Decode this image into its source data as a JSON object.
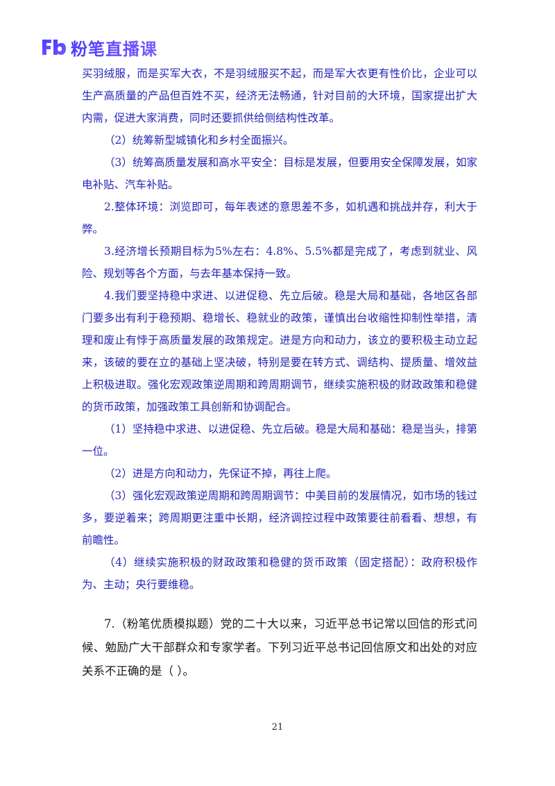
{
  "header": {
    "brand_mark": "Fb",
    "brand_text": "粉笔直播课",
    "colors": {
      "brand_start": "#4a3aff",
      "brand_end": "#7b5cff"
    }
  },
  "paragraphs": [
    {
      "text": "买羽绒服，而是买军大衣，不是羽绒服买不起，而是军大衣更有性价比，企业可以生产高质量的产品但百姓不买，经济无法畅通，针对目前的大环境，国家提出扩大内需，促进大家消费，同时还要抓供给侧结构性改革。",
      "style": "blue"
    },
    {
      "text": "（2）统筹新型城镇化和乡村全面振兴。",
      "style": "blue indent"
    },
    {
      "text": "（3）统筹高质量发展和高水平安全：目标是发展，但要用安全保障发展，如家电补贴、汽车补贴。",
      "style": "blue indent"
    },
    {
      "text": "2.整体环境：浏览即可，每年表述的意思差不多，如机遇和挑战并存，利大于弊。",
      "style": "blue indent"
    },
    {
      "text": "3.经济增长预期目标为5%左右：4.8%、5.5%都是完成了，考虑到就业、风险、规划等各个方面，与去年基本保持一致。",
      "style": "blue indent"
    },
    {
      "text": "4.我们要坚持稳中求进、以进促稳、先立后破。稳是大局和基础，各地区各部门要多出有利于稳预期、稳增长、稳就业的政策，谨慎出台收缩性抑制性举措，清理和废止有悖于高质量发展的政策规定。进是方向和动力，该立的要积极主动立起来，该破的要在立的基础上坚决破，特别是要在转方式、调结构、提质量、增效益上积极进取。强化宏观政策逆周期和跨周期调节，继续实施积极的财政政策和稳健的货币政策，加强政策工具创新和协调配合。",
      "style": "blue indent"
    },
    {
      "text": "（1）坚持稳中求进、以进促稳、先立后破。稳是大局和基础：稳是当头，排第一位。",
      "style": "blue indent"
    },
    {
      "text": "（2）进是方向和动力，先保证不掉，再往上爬。",
      "style": "blue indent"
    },
    {
      "text": "（3）强化宏观政策逆周期和跨周期调节：中美目前的发展情况，如市场的钱过多，要逆着来；跨周期更注重中长期，经济调控过程中政策要往前看看、想想，有前瞻性。",
      "style": "blue indent"
    },
    {
      "text": "（4）继续实施积极的财政政策和稳健的货币政策（固定搭配）：政府积极作为、主动；央行要维稳。",
      "style": "blue indent"
    }
  ],
  "question": {
    "text": "7.（粉笔优质模拟题）党的二十大以来，习近平总书记常以回信的形式问候、勉励广大干部群众和专家学者。下列习近平总书记回信原文和出处的对应关系不正确的是（    ）。"
  },
  "footer": {
    "page_number": "21"
  },
  "colors": {
    "answer_text": "#2424b8",
    "question_text": "#1a1a1a"
  }
}
